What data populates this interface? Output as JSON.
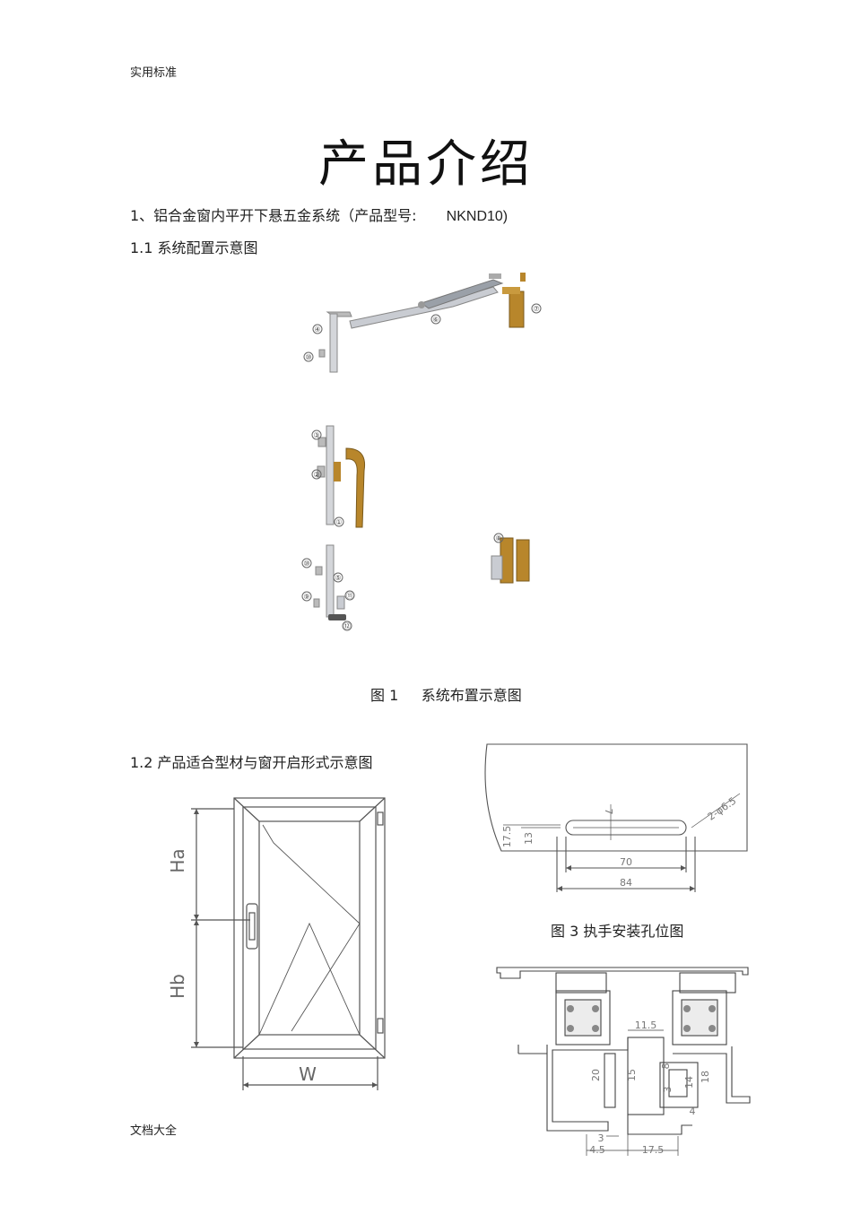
{
  "header": {
    "text": "实用标准"
  },
  "title": "产品介绍",
  "section1": {
    "heading_prefix": "1、铝合金窗内平开下悬五金系统（产品型号:",
    "model": "NKND10)"
  },
  "section1_1": {
    "heading": "1.1  系统配置示意图"
  },
  "figure1": {
    "caption": "图 1     系统布置示意图",
    "callouts": [
      "①",
      "②",
      "③",
      "④",
      "⑤",
      "⑥",
      "⑦",
      "⑧",
      "⑨",
      "⑩",
      "⑪",
      "⑫"
    ]
  },
  "section1_2": {
    "heading": "1.2  产品适合型材与窗开启形式示意图"
  },
  "figure2": {
    "labels": {
      "ha": "Ha",
      "hb": "Hb",
      "w": "W"
    }
  },
  "figure3": {
    "caption": "图 3  执手安装孔位图",
    "dims": {
      "d7": "7",
      "dphi": "2-φ6.5",
      "d17_5": "17.5",
      "d13": "13",
      "d70": "70",
      "d84": "84"
    }
  },
  "figure4": {
    "dims": {
      "d11_5": "11.5",
      "d20": "20",
      "d15": "15",
      "d8": "8",
      "d3a": "3",
      "d14": "14",
      "d18": "18",
      "d4": "4",
      "d3b": "3",
      "d4_5": "4.5",
      "d17_5": "17.5"
    }
  },
  "footer": {
    "text": "文档大全"
  },
  "colors": {
    "gold": "#b8862b",
    "metal": "#c9ccd2",
    "line": "#555555"
  }
}
